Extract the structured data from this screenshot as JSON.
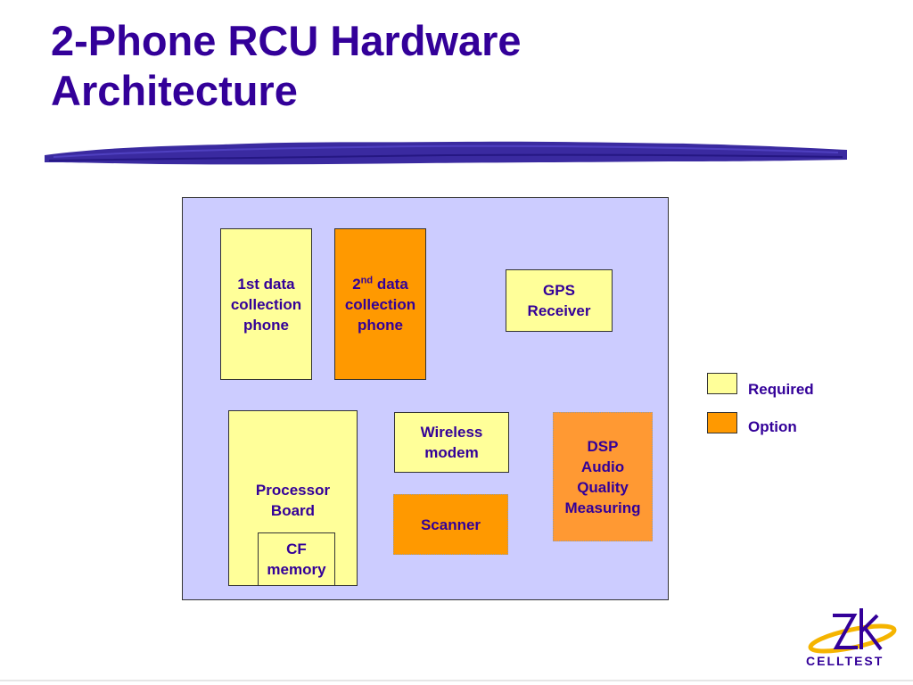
{
  "title": {
    "line1": "2-Phone RCU Hardware",
    "line2": "Architecture"
  },
  "diagram": {
    "phone1": {
      "line1": "1st data",
      "line2": "collection",
      "line3": "phone"
    },
    "phone2": {
      "num": "2",
      "sup": "nd",
      "line1_rest": " data",
      "line2": "collection",
      "line3": "phone"
    },
    "gps": {
      "line1": "GPS",
      "line2": "Receiver"
    },
    "processor": {
      "line1": "Processor",
      "line2": "Board"
    },
    "cf": {
      "line1": "CF",
      "line2": "memory"
    },
    "modem": {
      "line1": "Wireless",
      "line2": "modem"
    },
    "scanner": {
      "label": "Scanner"
    },
    "dsp": {
      "line1": "DSP",
      "line2": "Audio",
      "line3": "Quality",
      "line4": "Measuring"
    }
  },
  "legend": {
    "required": {
      "label": "Required",
      "color": "#ffff99"
    },
    "option": {
      "label": "Option",
      "color": "#ff9900"
    }
  },
  "colors": {
    "title": "#330099",
    "panel": "#ccccff",
    "required": "#ffff99",
    "option": "#ff9900",
    "dsp": "#ff9933"
  },
  "logo": {
    "text": "CELLTEST",
    "monogram": "ZK"
  }
}
